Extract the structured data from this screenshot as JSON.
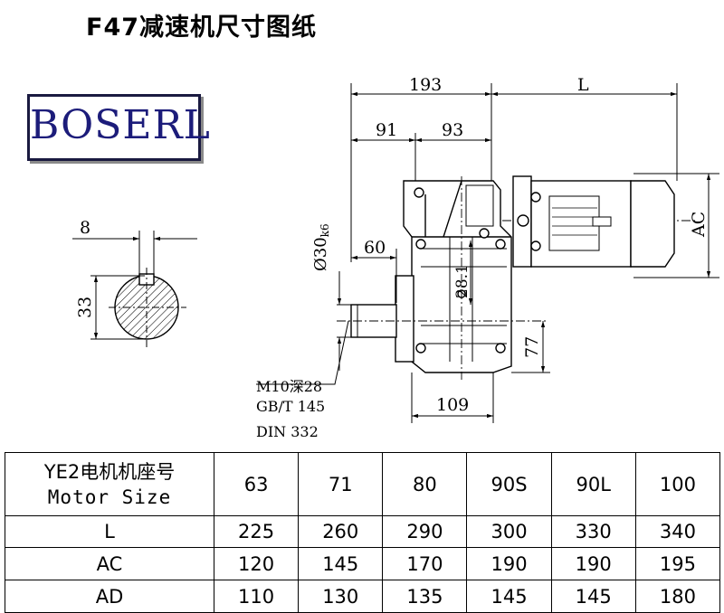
{
  "title": "F47减速机尺寸图纸",
  "logo": "BOSERL",
  "dims": {
    "d193": "193",
    "dL": "L",
    "d91": "91",
    "d93": "93",
    "dAC": "AC",
    "d8": "8",
    "d33": "33",
    "d60": "60",
    "dshaft": "Ø30",
    "dshaft_tol": "k6",
    "d28": "28.1",
    "d77": "77",
    "d109": "109"
  },
  "notes": [
    "M10深28",
    "GB/T 145",
    "DIN 332"
  ],
  "table": {
    "header_cn": "YE2电机机座号",
    "header_en": "Motor Size",
    "sizes": [
      "63",
      "71",
      "80",
      "90S",
      "90L",
      "100"
    ],
    "rows": [
      {
        "label": "L",
        "values": [
          "225",
          "260",
          "290",
          "300",
          "330",
          "340"
        ]
      },
      {
        "label": "AC",
        "values": [
          "120",
          "145",
          "170",
          "190",
          "190",
          "195"
        ]
      },
      {
        "label": "AD",
        "values": [
          "110",
          "130",
          "135",
          "145",
          "145",
          "180"
        ]
      }
    ]
  }
}
